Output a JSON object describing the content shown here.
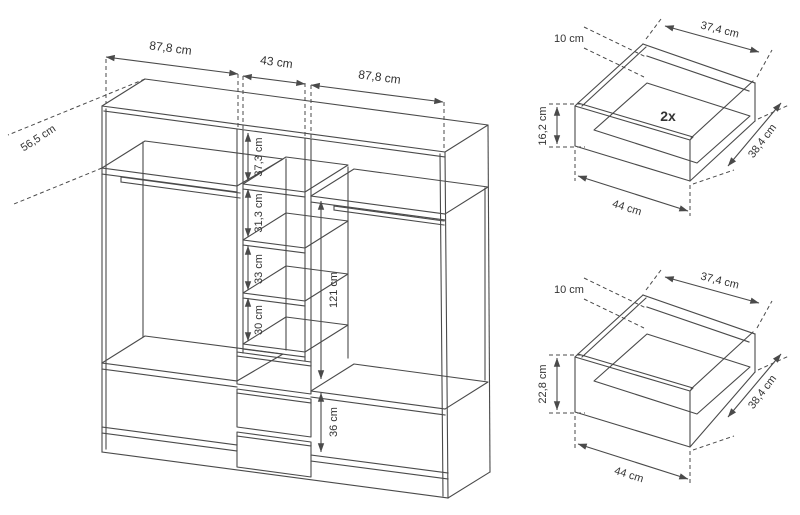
{
  "diagram_title": "wardrobe-dimension-diagram",
  "colors": {
    "line": "#4a4a4a",
    "text": "#333333",
    "background": "#ffffff"
  },
  "wardrobe": {
    "top_width_left": "87,8 cm",
    "top_width_middle": "43 cm",
    "top_width_right": "87,8 cm",
    "depth": "56,5 cm",
    "shelf_gap_1": "37,3 cm",
    "shelf_gap_2": "31,3 cm",
    "shelf_gap_3": "33 cm",
    "shelf_gap_4": "30 cm",
    "right_section_height": "121 cm",
    "bottom_section_height": "36 cm"
  },
  "drawer_small": {
    "clearance": "10 cm",
    "inner_width": "37,4 cm",
    "front_height": "16,2 cm",
    "quantity": "2x",
    "depth": "38,4 cm",
    "outer_width": "44 cm"
  },
  "drawer_large": {
    "clearance": "10 cm",
    "inner_width": "37,4 cm",
    "front_height": "22,8 cm",
    "depth": "38,4 cm",
    "outer_width": "44 cm"
  }
}
